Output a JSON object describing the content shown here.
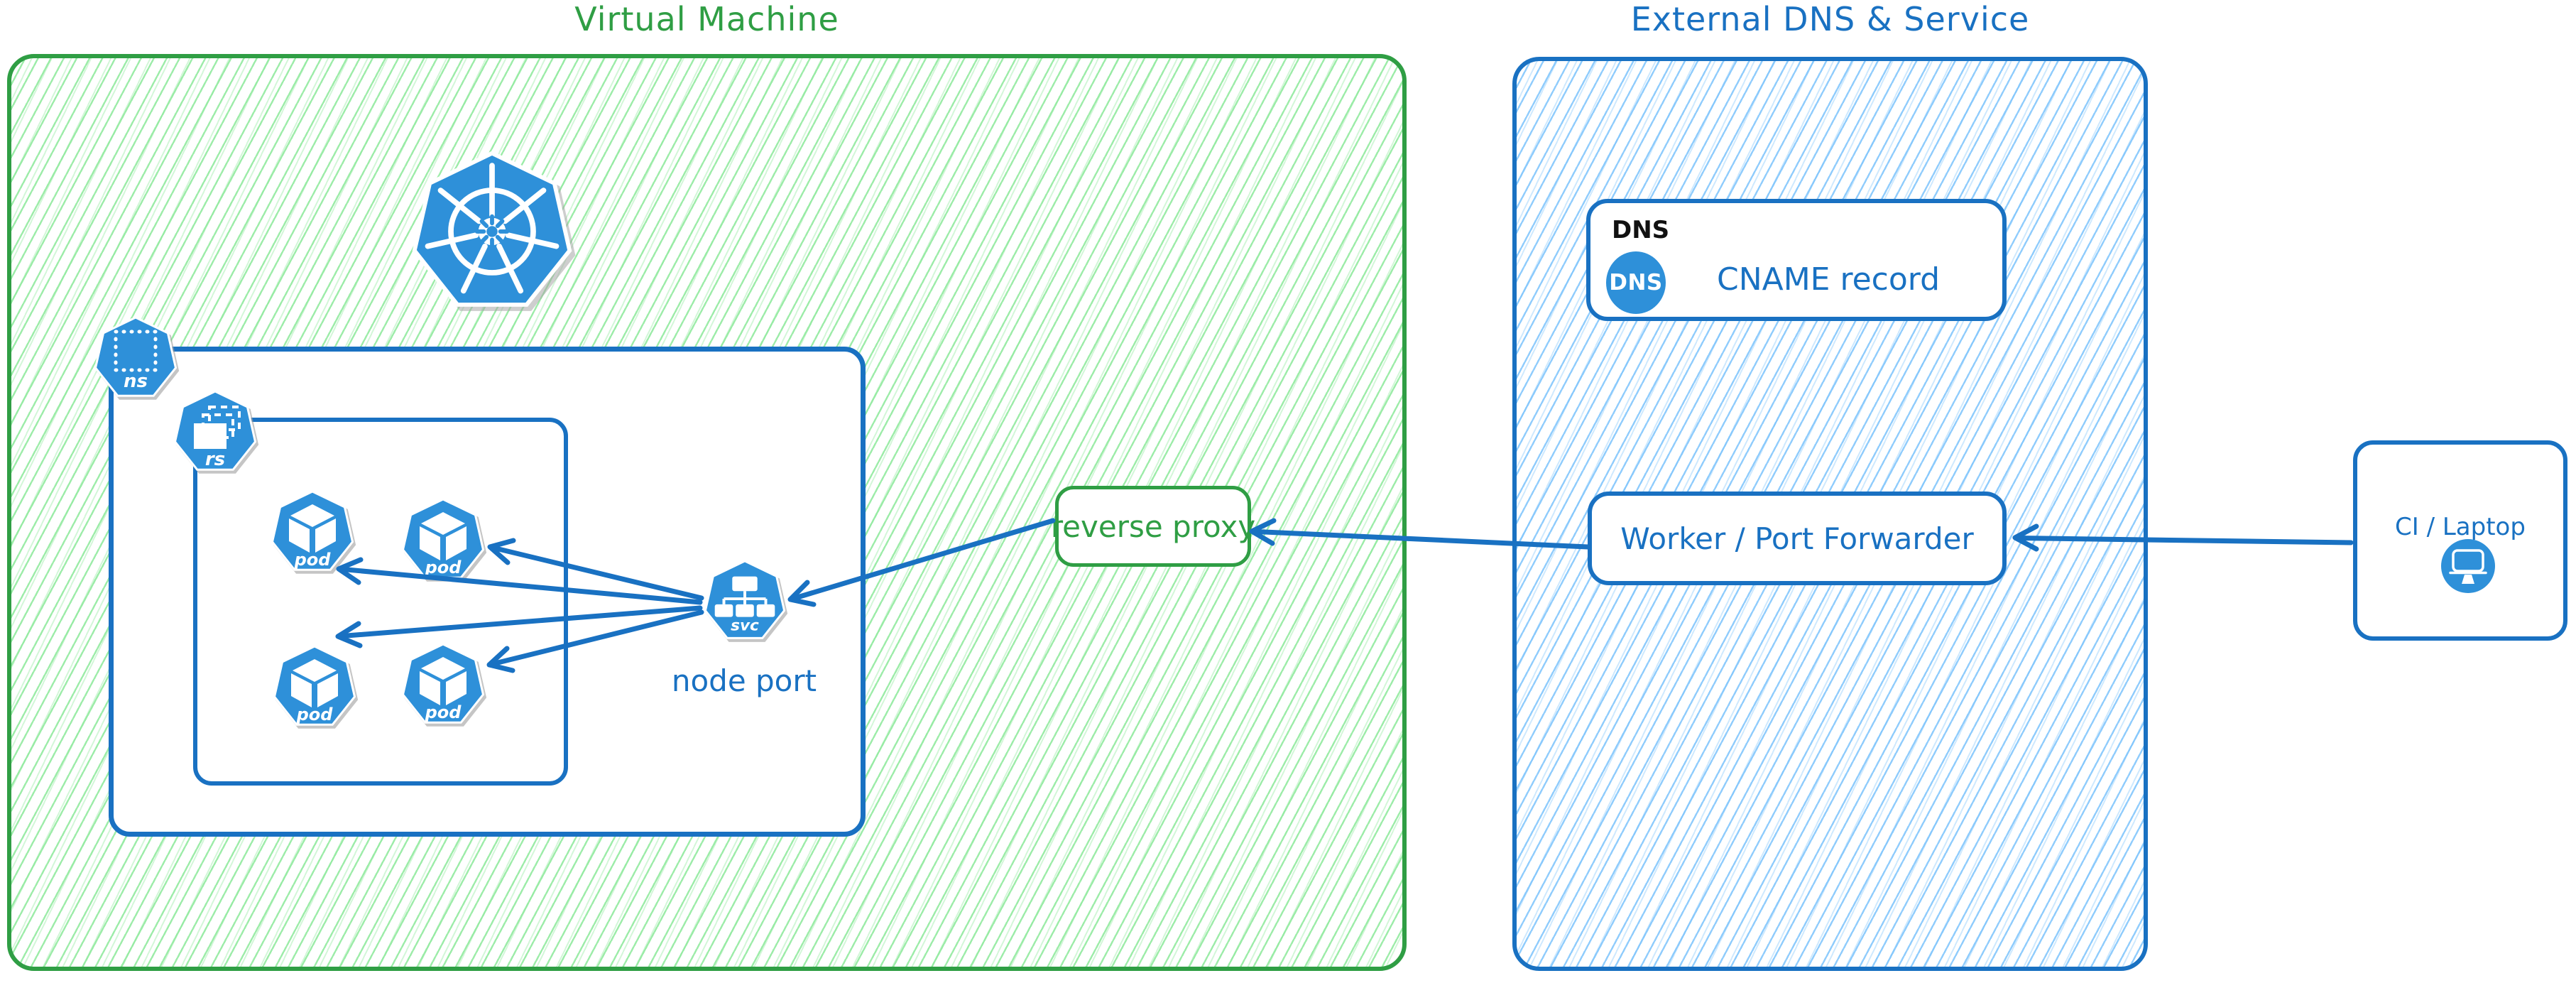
{
  "vm": {
    "title": "Virtual Machine",
    "node_port_label": "node port",
    "reverse_proxy_label": "reverse proxy"
  },
  "external": {
    "title": "External DNS & Service",
    "dns_card": {
      "header": "DNS",
      "badge": "DNS",
      "label": "CNAME record"
    },
    "worker_label": "Worker / Port Forwarder"
  },
  "client": {
    "label": "CI / Laptop"
  },
  "icons": {
    "kubernetes": "kubernetes-logo",
    "ns_label": "ns",
    "rs_label": "rs",
    "pod_label": "pod",
    "svc_label": "svc",
    "dns_badge": "dns-badge-icon",
    "monitor": "monitor-icon"
  },
  "colors": {
    "green_stroke": "#2f9e44",
    "green_hatch": "#8ce99a",
    "blue_stroke": "#1971c2",
    "blue_hatch": "#74c0fc",
    "icon_blue": "#2e90d9",
    "text_black": "#111111"
  }
}
